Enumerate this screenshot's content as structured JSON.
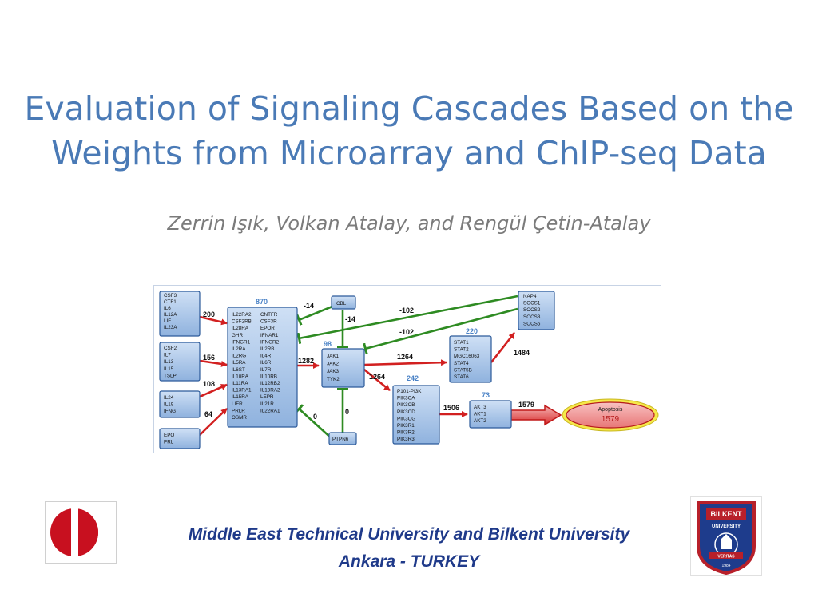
{
  "title": {
    "line1": "Evaluation of Signaling Cascades Based on the",
    "line2": "Weights from Microarray and ChIP-seq Data"
  },
  "authors": "Zerrin Işık, Volkan Atalay, and Rengül Çetin-Atalay",
  "affiliation": {
    "line1": "Middle East Technical University   and   Bilkent University",
    "line2": "Ankara   -   TURKEY"
  },
  "logos": {
    "bilkent_top": "BILKENT",
    "bilkent_bottom": "UNIVERSITY",
    "bilkent_banner": "VERITAS",
    "bilkent_year": "1984"
  },
  "diagram": {
    "colors": {
      "node_fill": "#a9c7ea",
      "node_border": "#2c5a9a",
      "up_edge": "#d22020",
      "inhibit_edge": "#2e8b22",
      "count": "#4a82c6"
    },
    "nodes": {
      "ligand1": [
        "CSF3",
        "CTF1",
        "IL6",
        "IL12A",
        "LIF",
        "IL23A"
      ],
      "ligand2": [
        "CSF2",
        "IL7",
        "IL13",
        "IL15",
        "TSLP"
      ],
      "ligand3": [
        "IL24",
        "IL19",
        "IFNG"
      ],
      "ligand4": [
        "EPO",
        "PRL"
      ],
      "receptors_count": "870",
      "receptors_col1": [
        "IL22RA2",
        "CSF2RB",
        "IL28RA",
        "GHR",
        "IFNGR1",
        "IL2RA",
        "IL2RG",
        "IL5RA",
        "IL6ST",
        "IL10RA",
        "IL11RA",
        "IL13RA1",
        "IL15RA",
        "LIFR",
        "PRLR",
        "OSMR"
      ],
      "receptors_col2": [
        "CNTFR",
        "CSF3R",
        "EPOR",
        "IFNAR1",
        "IFNGR2",
        "IL2RB",
        "IL4R",
        "IL6R",
        "IL7R",
        "IL10RB",
        "IL12RB2",
        "IL13RA2",
        "LEPR",
        "IL21R",
        "IL22RA1"
      ],
      "cbl": "CBL",
      "jak_count": "98",
      "jak": [
        "JAK1",
        "JAK2",
        "JAK3",
        "TYK2"
      ],
      "ptpn6": "PTPN6",
      "inhibitors": [
        "NAP4",
        "SOCS1",
        "SOCS2",
        "SOCS3",
        "SOCS5"
      ],
      "stat_count": "220",
      "stat": [
        "STAT1",
        "STAT2",
        "MGC16063",
        "STAT4",
        "STAT5B",
        "STAT6"
      ],
      "pi3k_count": "242",
      "pi3k": [
        "P101-PI3K",
        "PIK3CA",
        "PIK3CB",
        "PIK3CD",
        "PIK3CG",
        "PIK3R1",
        "PIK3R2",
        "PIK3R3"
      ],
      "akt_count": "73",
      "akt": [
        "AKT3",
        "AKT1",
        "AKT2"
      ],
      "apoptosis_label": "Apoptosis",
      "apoptosis_value": "1579"
    },
    "edge_weights": {
      "l1_rec": "200",
      "l2_rec": "156",
      "l3_rec": "108",
      "l4_rec": "64",
      "rec_cbl": "-14",
      "cbl_jak": "-14",
      "inh_rec": "-102",
      "inh_jak": "-102",
      "ptpn6_rec": "0",
      "ptpn6_jak": "0",
      "rec_jak": "1282",
      "jak_stat": "1264",
      "jak_pi3k": "1264",
      "stat_inh": "1484",
      "pi3k_akt": "1506",
      "akt_apop": "1579"
    }
  }
}
